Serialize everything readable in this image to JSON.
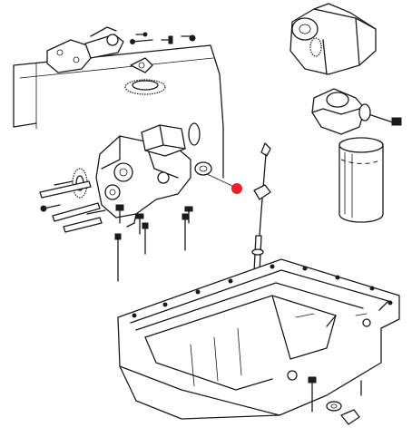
{
  "diagram": {
    "kind": "exploded-parts-drawing",
    "subject_icons": [
      "oil-pump-assembly",
      "oil-filter",
      "oil-pan",
      "dipstick-tube",
      "oil-cooler-housing"
    ],
    "marker": {
      "color": "#e8212b",
      "label": ""
    },
    "line_color": "#1a1a1a",
    "background": "#ffffff"
  }
}
